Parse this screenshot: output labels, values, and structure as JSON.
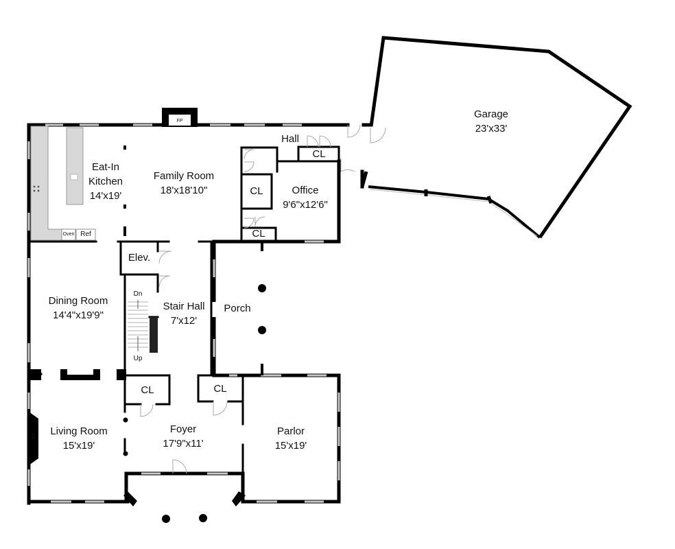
{
  "rooms": {
    "garage": {
      "name": "Garage",
      "size": "23'x33'"
    },
    "hall": {
      "name": "Hall"
    },
    "kitchen": {
      "name1": "Eat-In",
      "name2": "Kitchen",
      "size": "14'x19'"
    },
    "family": {
      "name": "Family Room",
      "size": "18'x18'10\""
    },
    "office": {
      "name": "Office",
      "size": "9'6\"x12'6\""
    },
    "elevator": {
      "name": "Elev."
    },
    "dining": {
      "name": "Dining Room",
      "size": "14'4\"x19'9\""
    },
    "stair_hall": {
      "name": "Stair Hall",
      "size": "7'x12'"
    },
    "porch": {
      "name": "Porch"
    },
    "living": {
      "name": "Living Room",
      "size": "15'x19'"
    },
    "foyer": {
      "name": "Foyer",
      "size": "17'9\"x11'"
    },
    "parlor": {
      "name": "Parlor",
      "size": "15'x19'"
    }
  },
  "closets": {
    "label": "CL"
  },
  "fixtures": {
    "oven": "Oven",
    "ref": "Ref",
    "fireplace": "FP"
  },
  "stairs": {
    "down": "Dn",
    "up": "Up"
  },
  "colors": {
    "wall": "#000000",
    "window": "#c9c9c9",
    "counter": "#d8d8d8",
    "background": "#ffffff"
  }
}
